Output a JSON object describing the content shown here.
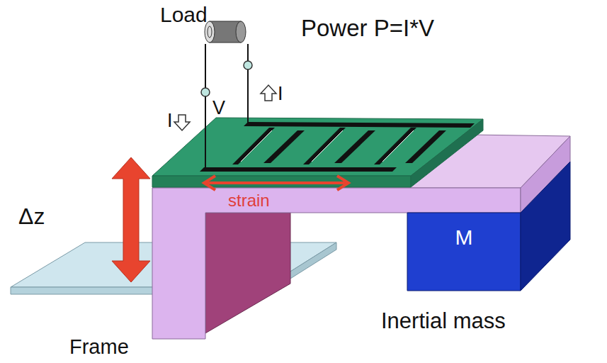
{
  "diagram": {
    "nodes": [
      {
        "text": [
          "M"
        ]
      }
    ],
    "labels": [
      "Load",
      "Power P=I*V",
      "V",
      "I",
      "I",
      "Δz",
      "strain",
      "Inertial mass",
      "Frame"
    ]
  }
}
